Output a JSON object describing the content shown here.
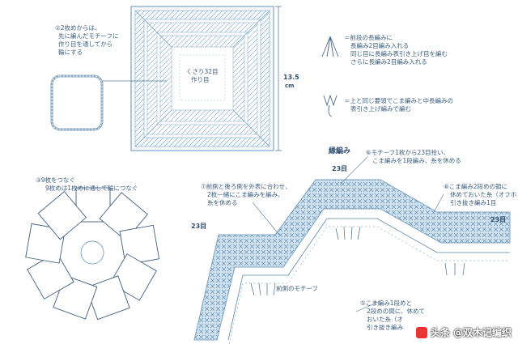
{
  "step2": {
    "lines": [
      "②2枚めからは、",
      "先に編んだモチーフに",
      "作り目を通してから",
      "輪にする"
    ]
  },
  "center": {
    "label_1": "くさり32目",
    "label_2": "作り目"
  },
  "dimension": {
    "value": "13.5",
    "unit": "cm"
  },
  "legend": {
    "item1_lines": [
      "＝前段の長編みに",
      "長編み2目編み入れる",
      "同じ目に長編み表引き上げ目を編む",
      "さらに長編み2目編み入れる"
    ],
    "item2_lines": [
      "＝上と同じ要領でこま編みと中長編みの",
      "表引き上げ編みで編む"
    ]
  },
  "step3": {
    "lines": [
      "③9枚をつなぐ",
      "9枚めは1枚めに通して輪につなぐ"
    ]
  },
  "edging": {
    "title": "縁編み",
    "note6": [
      "⑥モチーフ1枚から23目拾い、",
      "こま編みを1段編み、糸を休める"
    ],
    "note7": [
      "⑦前側と後ろ側を外表に合わせ、",
      "2枚一緒にこま編みを編み、",
      "糸を休める"
    ],
    "note8": [
      "⑧こま編み2段めの鎖に",
      "休めておいた糸（オフホ",
      "引き抜き編み1目"
    ],
    "note5": [
      "⑤こま編み1段めと",
      "2段めの間に、休めて",
      "おいた糸（オ",
      "引き抜き編み"
    ],
    "count_top": "23目",
    "count_left": "23目",
    "count_right": "23目",
    "front_label": "前側のモチーフ"
  },
  "watermark": "头条 @双木记编织"
}
